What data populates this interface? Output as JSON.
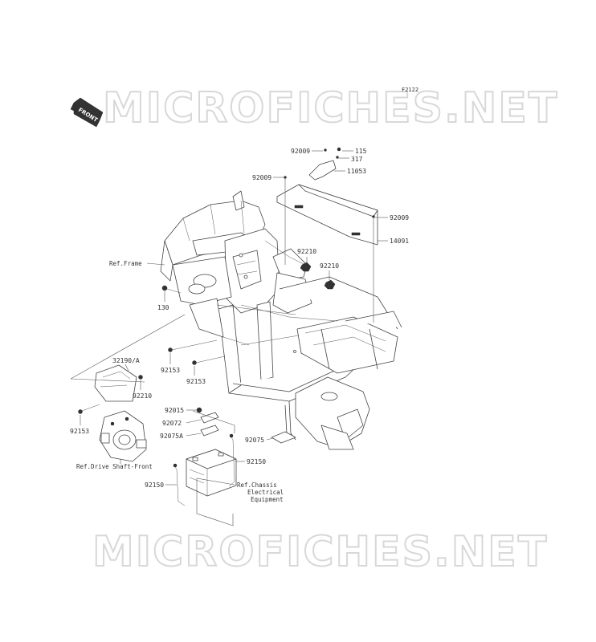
{
  "diagram": {
    "figure_code": "F2122",
    "watermark_text": "MICROFICHES.NET",
    "front_arrow_label": "FRONT",
    "parts": [
      {
        "id": "92009a",
        "number": "92009"
      },
      {
        "id": "115",
        "number": "115"
      },
      {
        "id": "317",
        "number": "317"
      },
      {
        "id": "92009b",
        "number": "92009"
      },
      {
        "id": "11053",
        "number": "11053"
      },
      {
        "id": "92009c",
        "number": "92009"
      },
      {
        "id": "14091",
        "number": "14091"
      },
      {
        "id": "92210a",
        "number": "92210"
      },
      {
        "id": "92210b",
        "number": "92210"
      },
      {
        "id": "130",
        "number": "130"
      },
      {
        "id": "32190A",
        "number": "32190/A"
      },
      {
        "id": "92210c",
        "number": "92210"
      },
      {
        "id": "92153a",
        "number": "92153"
      },
      {
        "id": "92153b",
        "number": "92153"
      },
      {
        "id": "92153c",
        "number": "92153"
      },
      {
        "id": "92015",
        "number": "92015"
      },
      {
        "id": "92072",
        "number": "92072"
      },
      {
        "id": "92075A",
        "number": "92075A"
      },
      {
        "id": "92075",
        "number": "92075"
      },
      {
        "id": "92150a",
        "number": "92150"
      },
      {
        "id": "92150b",
        "number": "92150"
      }
    ],
    "references": {
      "frame": "Ref.Frame",
      "drive_shaft": "Ref.Drive Shaft-Front",
      "chassis_line1": "Ref.Chassis",
      "chassis_line2": "Electrical",
      "chassis_line3": "Equipment"
    }
  }
}
